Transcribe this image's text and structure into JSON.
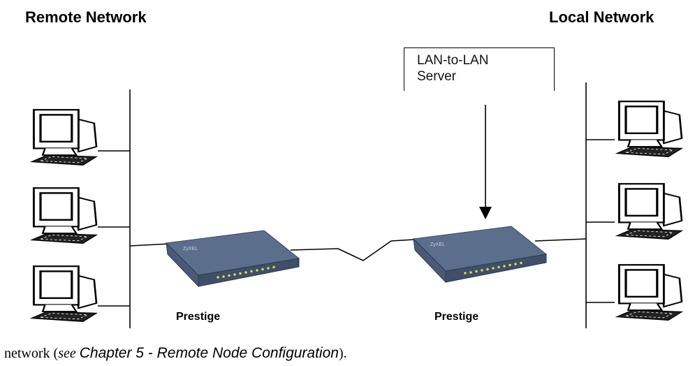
{
  "headings": {
    "remote": "Remote Network",
    "local": "Local Network"
  },
  "server": {
    "line1": "LAN-to-LAN",
    "line2": "Server"
  },
  "devices": {
    "left_label": "Prestige",
    "right_label": "Prestige",
    "brand_text": "ZyXEL"
  },
  "caption": {
    "prefix": "network (",
    "see": "see",
    "reference": "Chapter 5 - Remote Node Configuration",
    "suffix": ")."
  },
  "colors": {
    "router_top": "#5b6f8c",
    "router_side": "#3f4f68",
    "led": "#d8d84a",
    "line": "#000000"
  },
  "icons": [
    "workstation-icon",
    "router-icon",
    "arrow-down-icon"
  ]
}
